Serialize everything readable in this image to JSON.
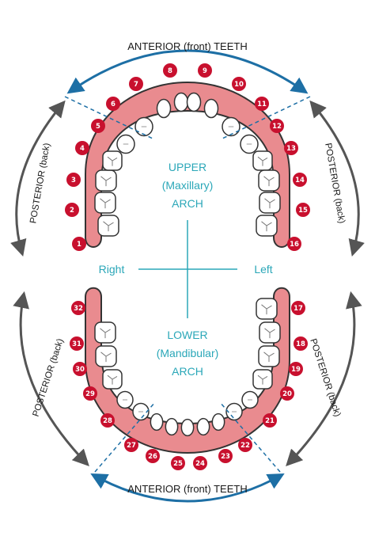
{
  "colors": {
    "gum": "#e98b8f",
    "gum_outline": "#333333",
    "tooth_fill": "#ffffff",
    "tooth_outline": "#333333",
    "badge": "#c8102e",
    "anterior_arrow": "#1d6fa5",
    "posterior_arrow": "#555555",
    "dashed": "#1d6fa5",
    "center_label": "#2aa7b8"
  },
  "labels": {
    "anterior_top": "ANTERIOR (front) TEETH",
    "anterior_bottom": "ANTERIOR (front) TEETH",
    "posterior_left_top": "POSTERIOR (back)",
    "posterior_right_top": "POSTERIOR (back)",
    "posterior_left_bottom": "POSTERIOR (back)",
    "posterior_right_bottom": "POSTERIOR (back)",
    "upper_line1": "UPPER",
    "upper_line2": "(Maxillary)",
    "upper_line3": "ARCH",
    "lower_line1": "LOWER",
    "lower_line2": "(Mandibular)",
    "lower_line3": "ARCH",
    "right": "Right",
    "left": "Left"
  },
  "tooth_numbers": [
    "1",
    "2",
    "3",
    "4",
    "5",
    "6",
    "7",
    "8",
    "9",
    "10",
    "11",
    "12",
    "13",
    "14",
    "15",
    "16",
    "17",
    "18",
    "19",
    "20",
    "21",
    "22",
    "23",
    "24",
    "25",
    "26",
    "27",
    "28",
    "29",
    "30",
    "31",
    "32"
  ]
}
